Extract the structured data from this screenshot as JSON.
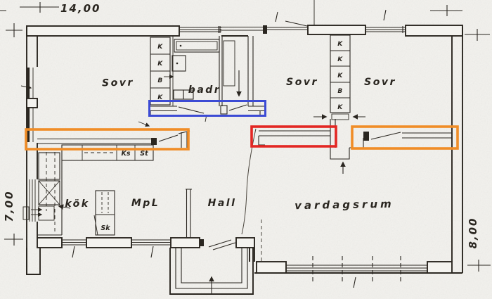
{
  "plan": {
    "dimensions": {
      "top_width": "14,00",
      "left_height": "7,00",
      "right_height": "8,00"
    },
    "rooms": {
      "bedroom_left": "Sovr",
      "bathroom": "badr",
      "bedroom_mid": "Sovr",
      "bedroom_right": "Sovr",
      "kitchen": "kök",
      "dining": "MpL",
      "hall": "Hall",
      "living_room": "vardagsrum"
    },
    "cabinets": {
      "tall_cabinet": "Sk",
      "counter_a": "Ks",
      "counter_b": "St"
    },
    "closet_left": [
      "K",
      "K",
      "B",
      "K"
    ],
    "closet_right": [
      "K",
      "K",
      "K",
      "B",
      "K"
    ]
  },
  "annotations": {
    "blue_color": "#3c4bd4",
    "red_color": "#e32723",
    "orange_color": "#f08d27"
  },
  "canvas": {
    "paper_color": "#f2f1ed",
    "ink_color": "#2a2620"
  }
}
